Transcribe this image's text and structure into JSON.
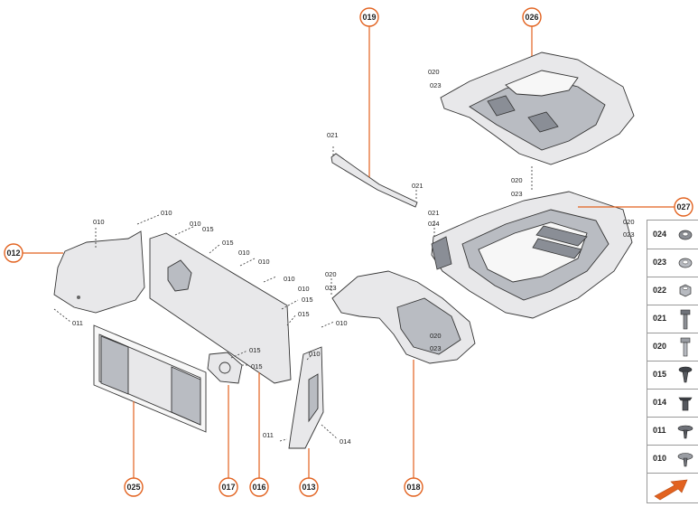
{
  "callouts": {
    "c019": "019",
    "c026": "026",
    "c027": "027",
    "c012": "012",
    "c025": "025",
    "c017": "017",
    "c016": "016",
    "c013": "013",
    "c018": "018"
  },
  "labels": {
    "l021a": "021",
    "l021b": "021",
    "l021c": "021",
    "l010a": "010",
    "l010b": "010",
    "l010c": "010",
    "l010d": "010",
    "l010e": "010",
    "l010f": "010",
    "l010g": "010",
    "l010h": "010",
    "l010i": "010",
    "l015a": "015",
    "l015b": "015",
    "l015c": "015",
    "l015d": "015",
    "l015e": "015",
    "l015f": "015",
    "l011a": "011",
    "l011b": "011",
    "l014a": "014",
    "l024a": "024",
    "l020a": "020",
    "l020b": "020",
    "l020c": "020",
    "l020d": "020",
    "l020e": "020",
    "l023a": "023",
    "l023b": "023",
    "l023c": "023",
    "l023d": "023",
    "l023e": "023"
  },
  "legend": [
    {
      "code": "024",
      "icon": "washer-flat-icon"
    },
    {
      "code": "023",
      "icon": "washer-icon"
    },
    {
      "code": "022",
      "icon": "nut-icon"
    },
    {
      "code": "021",
      "icon": "bolt-long-icon"
    },
    {
      "code": "020",
      "icon": "bolt-icon"
    },
    {
      "code": "015",
      "icon": "clip-push-icon"
    },
    {
      "code": "014",
      "icon": "rivet-icon"
    },
    {
      "code": "011",
      "icon": "clip-icon"
    },
    {
      "code": "010",
      "icon": "clip-round-icon"
    }
  ],
  "colors": {
    "accent": "#e2621f"
  }
}
